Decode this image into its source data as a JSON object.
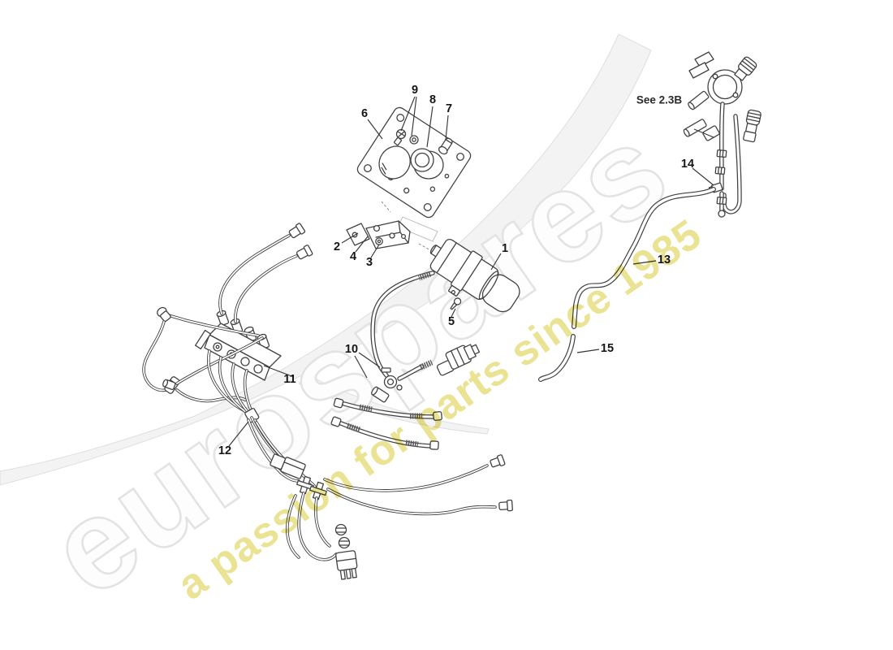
{
  "diagram": {
    "note": "See 2.3B",
    "callouts": [
      "1",
      "2",
      "3",
      "4",
      "5",
      "6",
      "7",
      "8",
      "9",
      "10",
      "11",
      "12",
      "13",
      "14",
      "15"
    ]
  },
  "watermark": {
    "brand": "eurospares",
    "tagline": "a passion for parts since 1985",
    "brand_outline_color": "#e3e3e3",
    "tagline_color": "#e9e18a"
  }
}
